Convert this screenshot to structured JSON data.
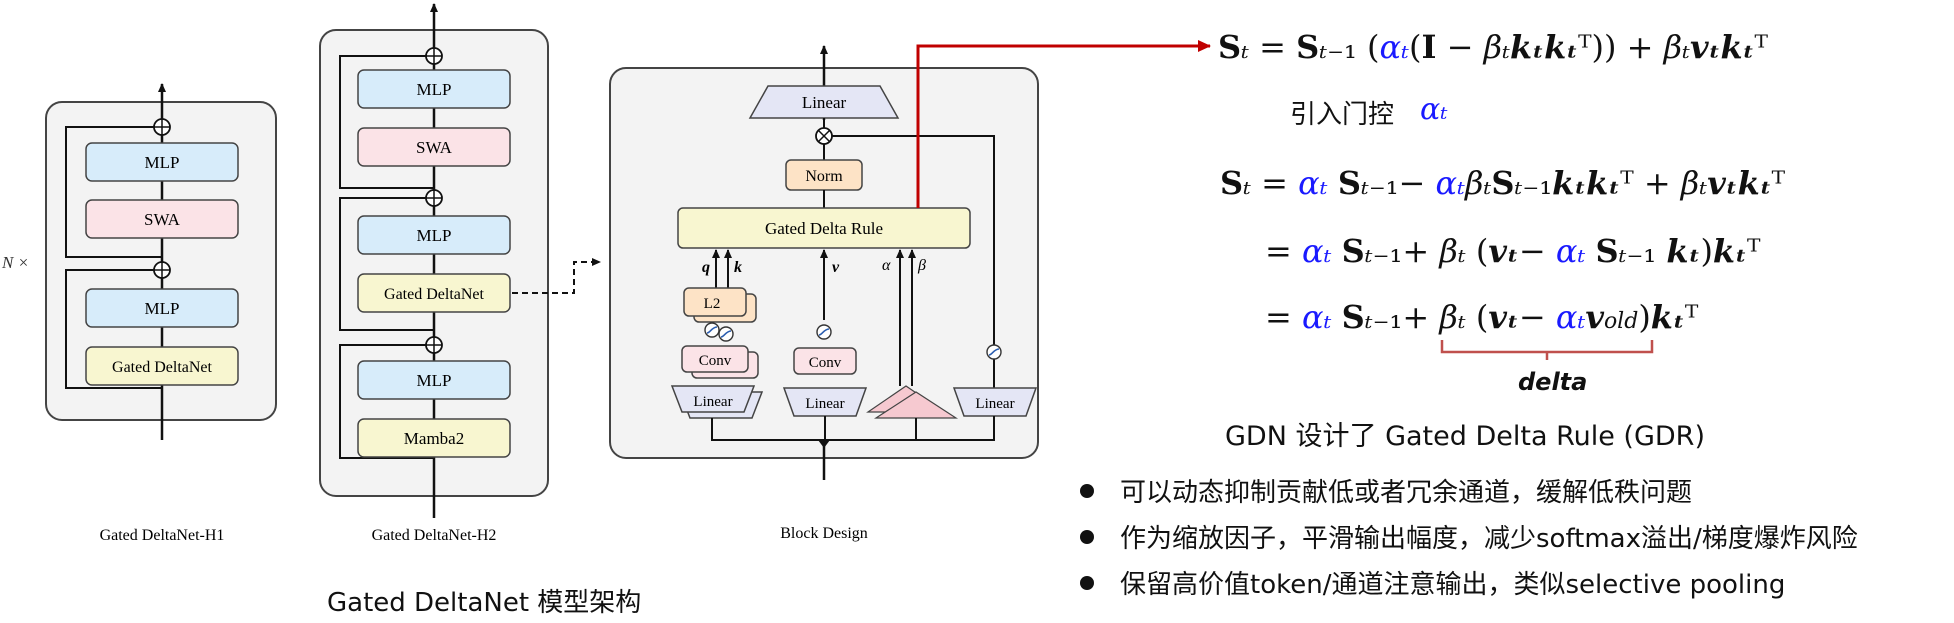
{
  "left_diagram": {
    "h1": {
      "multiplier": "N ×",
      "blocks": [
        "MLP",
        "SWA",
        "MLP",
        "Gated DeltaNet"
      ],
      "caption": "Gated DeltaNet-H1"
    },
    "h2": {
      "blocks": [
        "MLP",
        "SWA",
        "MLP",
        "Gated DeltaNet",
        "MLP",
        "Mamba2"
      ],
      "caption": "Gated DeltaNet-H2"
    },
    "block_design": {
      "top_linear": "Linear",
      "norm": "Norm",
      "rule": "Gated Delta Rule",
      "l2": "L2",
      "conv1": "Conv",
      "conv2": "Conv",
      "linear1": "Linear",
      "linear2": "Linear",
      "linear3": "Linear",
      "in_q": "q",
      "in_k": "k",
      "in_v": "v",
      "in_alpha": "α",
      "in_beta": "β",
      "caption": "Block Design"
    },
    "caption": "Gated DeltaNet 模型架构"
  },
  "equations": {
    "eq1": "𝐒_t = 𝐒_{t−1} (α_t(𝐈 − β_t 𝐤_t 𝐤_t^⊤)) + β_t 𝐯_t 𝐤_t^⊤",
    "gating_note": "引入门控",
    "gating_symbol": "α_t",
    "eq2": "𝐒_t = α_t 𝐒_{t−1} − α_t β_t 𝐒_{t−1} 𝐤_t 𝐤_t^⊤ + β_t 𝐯_t 𝐤_t^⊤",
    "eq3": "= α_t 𝐒_{t−1} + β_t (𝐯_t − α_t 𝐒_{t−1} 𝐤_t) 𝐤_t^⊤",
    "eq4": "= α_t 𝐒_{t−1} + β_t (𝐯_t − α_t 𝐯_old) 𝐤_t^⊤",
    "delta_label": "delta",
    "gdr_caption": "GDN 设计了 Gated Delta Rule (GDR)"
  },
  "bullets": [
    "可以动态抑制贡献低或者冗余通道，缓解低秩问题",
    "作为缩放因子，平滑输出幅度，减少softmax溢出/梯度爆炸风险",
    "保留高价值token/通道注意输出，类似selective pooling"
  ],
  "colors": {
    "blue_block": "#d7ecfa",
    "pink_block": "#fbe3e7",
    "yellow_block": "#f8f6d0",
    "orange_block": "#fde3c6",
    "red_arrow": "#c00000",
    "gating_blue": "#1a1aff",
    "delta_brace": "#c0504d"
  }
}
